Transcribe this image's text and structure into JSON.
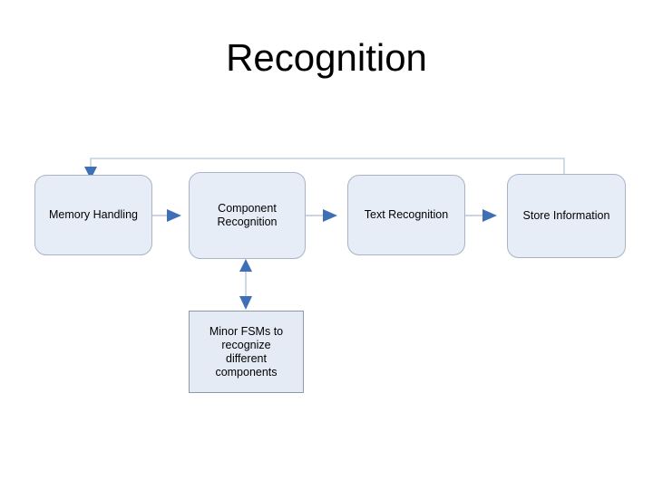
{
  "slide": {
    "title": "Recognition",
    "background_color": "#ffffff"
  },
  "diagram": {
    "type": "flowchart",
    "node_fill_color": "#e6ecf6",
    "node_border_color": "#9aa7ba",
    "connector_color": "#4a7ebb",
    "connector_line_color": "#b9c6d8",
    "nodes": [
      {
        "id": "memory-handling",
        "label": "Memory Handling",
        "shape": "rounded-rectangle"
      },
      {
        "id": "component-recognition",
        "label": "Component\nRecognition",
        "shape": "rounded-rectangle"
      },
      {
        "id": "text-recognition",
        "label": "Text Recognition",
        "shape": "rounded-rectangle"
      },
      {
        "id": "store-information",
        "label": "Store Information",
        "shape": "rounded-rectangle"
      },
      {
        "id": "minor-fsms",
        "label": "Minor FSMs to\nrecognize\ndifferent\ncomponents",
        "shape": "rectangle"
      }
    ],
    "edges": [
      {
        "id": "edge-memory-to-component",
        "from": "memory-handling",
        "to": "component-recognition",
        "arrow": "single"
      },
      {
        "id": "edge-component-to-text",
        "from": "component-recognition",
        "to": "text-recognition",
        "arrow": "single"
      },
      {
        "id": "edge-text-to-store",
        "from": "text-recognition",
        "to": "store-information",
        "arrow": "single"
      },
      {
        "id": "edge-store-to-memory-feedback",
        "from": "store-information",
        "to": "memory-handling",
        "arrow": "single"
      },
      {
        "id": "edge-component-fsms",
        "from": "component-recognition",
        "to": "minor-fsms",
        "arrow": "double"
      }
    ]
  }
}
